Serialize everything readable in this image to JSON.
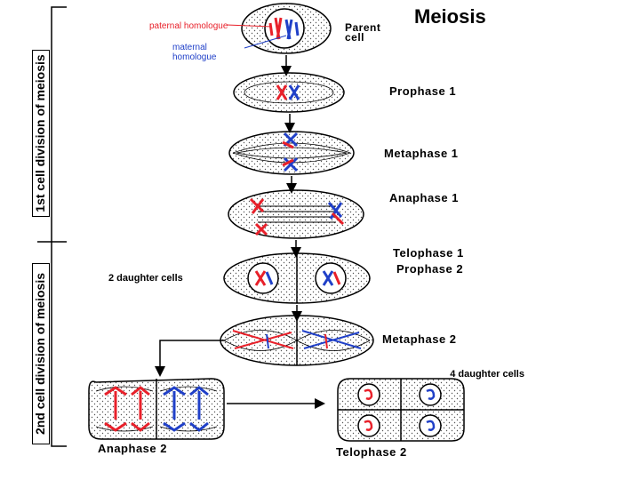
{
  "title": "Meiosis",
  "side_labels": {
    "first": "1st cell division of meiosis",
    "second": "2nd cell division of meiosis"
  },
  "legend": {
    "paternal": "paternal homologue",
    "maternal": "maternal homologue"
  },
  "stages": {
    "parent": "Parent cell",
    "prophase1": "Prophase 1",
    "metaphase1": "Metaphase 1",
    "anaphase1": "Anaphase 1",
    "telophase1": "Telophase 1",
    "prophase2": "Prophase 2",
    "metaphase2": "Metaphase 2",
    "anaphase2": "Anaphase 2",
    "telophase2": "Telophase 2"
  },
  "annotations": {
    "two_daughters": "2 daughter cells",
    "four_daughters": "4 daughter cells"
  },
  "colors": {
    "paternal": "#e8202a",
    "maternal": "#2040c8",
    "outline": "#000000"
  }
}
